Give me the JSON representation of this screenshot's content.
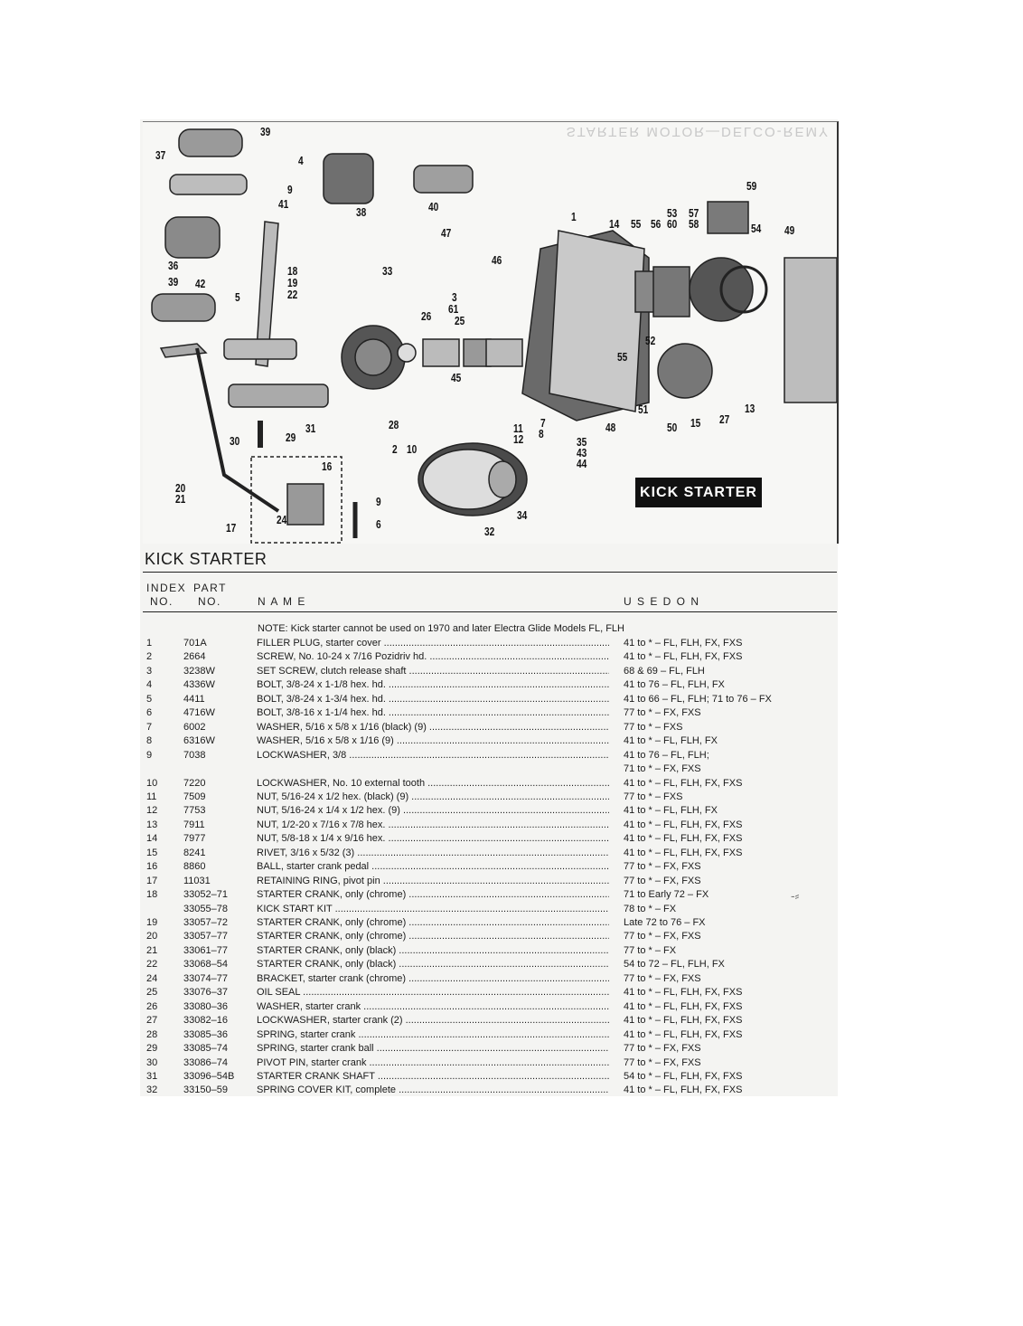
{
  "diagram": {
    "ghost_header": "STARTER MOTOR—DELCO-REMY",
    "badge": "KICK STARTER",
    "callouts": [
      "39",
      "4",
      "37",
      "9",
      "41",
      "38",
      "40",
      "1",
      "14",
      "55",
      "56",
      "53",
      "60",
      "57",
      "58",
      "59",
      "54",
      "49",
      "47",
      "46",
      "36",
      "18",
      "19",
      "22",
      "33",
      "3",
      "61",
      "25",
      "26",
      "39",
      "42",
      "5",
      "45",
      "52",
      "55",
      "28",
      "31",
      "30",
      "29",
      "16",
      "2",
      "10",
      "11",
      "12",
      "7",
      "8",
      "35",
      "43",
      "44",
      "48",
      "51",
      "50",
      "15",
      "27",
      "13",
      "20",
      "21",
      "9",
      "24",
      "6",
      "17",
      "32",
      "34"
    ]
  },
  "section": {
    "title": "KICK STARTER"
  },
  "columns": {
    "index_top": "INDEX",
    "part_top": "PART",
    "index_bottom": "NO.",
    "part_bottom": "NO.",
    "name": "N A M E",
    "used_on": "U S E D   O N"
  },
  "note": "NOTE:  Kick starter cannot be used on 1970 and later Electra Glide Models FL, FLH",
  "rows": [
    {
      "idx": "1",
      "part": "701A",
      "name": "FILLER PLUG, starter cover",
      "used": "41 to * – FL, FLH, FX, FXS"
    },
    {
      "idx": "2",
      "part": "2664",
      "name": "SCREW, No. 10-24 x 7/16 Pozidriv hd.",
      "used": "41 to * – FL, FLH, FX, FXS"
    },
    {
      "idx": "3",
      "part": "3238W",
      "name": "SET SCREW, clutch release shaft",
      "used": "68 & 69 – FL, FLH"
    },
    {
      "idx": "4",
      "part": "4336W",
      "name": "BOLT, 3/8-24 x 1-1/8 hex. hd.",
      "used": "41 to 76 – FL, FLH, FX"
    },
    {
      "idx": "5",
      "part": "4411",
      "name": "BOLT, 3/8-24 x 1-3/4 hex. hd.",
      "used": "41 to 66 – FL, FLH; 71 to 76 – FX"
    },
    {
      "idx": "6",
      "part": "4716W",
      "name": "BOLT, 3/8-16 x 1-1/4 hex. hd.",
      "used": "77 to * – FX, FXS"
    },
    {
      "idx": "7",
      "part": "6002",
      "name": "WASHER, 5/16 x 5/8 x 1/16 (black) (9)",
      "used": "77 to * – FXS"
    },
    {
      "idx": "8",
      "part": "6316W",
      "name": "WASHER, 5/16 x 5/8 x 1/16 (9)",
      "used": "41 to * – FL, FLH, FX"
    },
    {
      "idx": "9",
      "part": "7038",
      "name": "LOCKWASHER, 3/8",
      "used": "41 to 76 – FL, FLH;"
    },
    {
      "idx": "",
      "part": "",
      "name": "",
      "used": "71 to * – FX, FXS"
    },
    {
      "idx": "10",
      "part": "7220",
      "name": "LOCKWASHER, No. 10 external tooth",
      "used": "41 to * – FL, FLH, FX, FXS"
    },
    {
      "idx": "11",
      "part": "7509",
      "name": "NUT, 5/16-24 x 1/2 hex. (black) (9)",
      "used": "77 to * – FXS"
    },
    {
      "idx": "12",
      "part": "7753",
      "name": "NUT, 5/16-24 x 1/4 x 1/2 hex. (9)",
      "used": "41 to * – FL, FLH, FX"
    },
    {
      "idx": "13",
      "part": "7911",
      "name": "NUT, 1/2-20 x 7/16 x 7/8 hex.",
      "used": "41 to * – FL, FLH, FX, FXS"
    },
    {
      "idx": "14",
      "part": "7977",
      "name": "NUT, 5/8-18 x 1/4 x 9/16 hex.",
      "used": "41 to * – FL, FLH, FX, FXS"
    },
    {
      "idx": "15",
      "part": "8241",
      "name": "RIVET, 3/16 x 5/32 (3)",
      "used": "41 to * – FL, FLH, FX, FXS"
    },
    {
      "idx": "16",
      "part": "8860",
      "name": "BALL, starter crank pedal",
      "used": "77 to * – FX, FXS"
    },
    {
      "idx": "17",
      "part": "11031",
      "name": "RETAINING RING, pivot pin",
      "used": "77 to * – FX, FXS"
    },
    {
      "idx": "18",
      "part": "33052–71",
      "name": "STARTER CRANK, only (chrome)",
      "used": "71 to Early 72 – FX"
    },
    {
      "idx": "",
      "part": "33055–78",
      "name": "KICK START KIT",
      "used": "78 to * – FX"
    },
    {
      "idx": "19",
      "part": "33057–72",
      "name": "STARTER CRANK, only (chrome)",
      "used": "Late 72 to 76 – FX"
    },
    {
      "idx": "20",
      "part": "33057–77",
      "name": "STARTER CRANK, only (chrome)",
      "used": "77 to * – FX, FXS"
    },
    {
      "idx": "21",
      "part": "33061–77",
      "name": "STARTER CRANK, only (black)",
      "used": "77 to * – FX"
    },
    {
      "idx": "22",
      "part": "33068–54",
      "name": "STARTER CRANK, only (black)",
      "used": "54 to 72 – FL, FLH, FX"
    },
    {
      "idx": "24",
      "part": "33074–77",
      "name": "BRACKET, starter crank (chrome)",
      "used": "77 to * – FX, FXS"
    },
    {
      "idx": "25",
      "part": "33076–37",
      "name": "OIL SEAL",
      "used": "41 to * – FL, FLH, FX, FXS"
    },
    {
      "idx": "26",
      "part": "33080–36",
      "name": "WASHER, starter crank",
      "used": "41 to * – FL, FLH, FX, FXS"
    },
    {
      "idx": "27",
      "part": "33082–16",
      "name": "LOCKWASHER, starter crank (2)",
      "used": "41 to * – FL, FLH, FX, FXS"
    },
    {
      "idx": "28",
      "part": "33085–36",
      "name": "SPRING, starter crank",
      "used": "41 to * – FL, FLH, FX, FXS"
    },
    {
      "idx": "29",
      "part": "33085–74",
      "name": "SPRING, starter crank ball",
      "used": "77 to * – FX, FXS"
    },
    {
      "idx": "30",
      "part": "33086–74",
      "name": "PIVOT PIN, starter crank",
      "used": "77 to * – FX, FXS"
    },
    {
      "idx": "31",
      "part": "33096–54B",
      "name": "STARTER CRANK SHAFT",
      "used": "54 to * – FL, FLH, FX, FXS"
    },
    {
      "idx": "32",
      "part": "33150–59",
      "name": "SPRING COVER KIT, complete",
      "used": "41 to * – FL, FLH, FX, FXS"
    }
  ]
}
